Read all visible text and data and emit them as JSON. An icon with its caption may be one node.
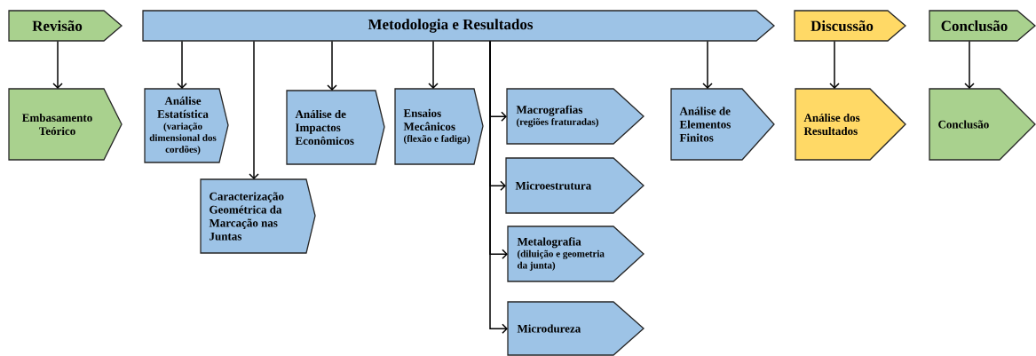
{
  "diagram": {
    "nodes": [
      {
        "text": [
          "Revisão"
        ]
      },
      {
        "text": [
          "Metodologia e Resultados"
        ]
      },
      {
        "text": [
          "Discussão"
        ]
      },
      {
        "text": [
          "Conclusão"
        ]
      },
      {
        "text": [
          "Embasamento Teórico"
        ]
      },
      {
        "text": [
          "Análise Estatística",
          "(variação dimensional dos cordões)"
        ]
      },
      {
        "text": [
          "Caracterização Geométrica da Marcação nas Juntas"
        ]
      },
      {
        "text": [
          "Análise de Impactos Econômicos"
        ]
      },
      {
        "text": [
          "Ensaios Mecânicos",
          "(flexão e fadiga)"
        ]
      },
      {
        "text": [
          "Macrografias",
          "(regiões fraturadas)"
        ]
      },
      {
        "text": [
          "Microestrutura"
        ]
      },
      {
        "text": [
          "Metalografia",
          "(diluição e geometria da junta)"
        ]
      },
      {
        "text": [
          "Microdureza"
        ]
      },
      {
        "text": [
          "Análise de Elementos Finitos"
        ]
      },
      {
        "text": [
          "Análise dos Resultados"
        ]
      },
      {
        "text": [
          "Conclusão"
        ]
      }
    ],
    "edges": [
      {
        "from": 0,
        "to": 4,
        "arrow": "to"
      },
      {
        "from": 1,
        "to": 5,
        "arrow": "to"
      },
      {
        "from": 1,
        "to": 6,
        "arrow": "to"
      },
      {
        "from": 1,
        "to": 7,
        "arrow": "to"
      },
      {
        "from": 1,
        "to": 8,
        "arrow": "to"
      },
      {
        "from": 1,
        "to": 9,
        "arrow": "to"
      },
      {
        "from": 1,
        "to": 10,
        "arrow": "to"
      },
      {
        "from": 1,
        "to": 11,
        "arrow": "to"
      },
      {
        "from": 1,
        "to": 12,
        "arrow": "to"
      },
      {
        "from": 1,
        "to": 13,
        "arrow": "to"
      },
      {
        "from": 2,
        "to": 14,
        "arrow": "to"
      },
      {
        "from": 3,
        "to": 15,
        "arrow": "to"
      }
    ]
  }
}
